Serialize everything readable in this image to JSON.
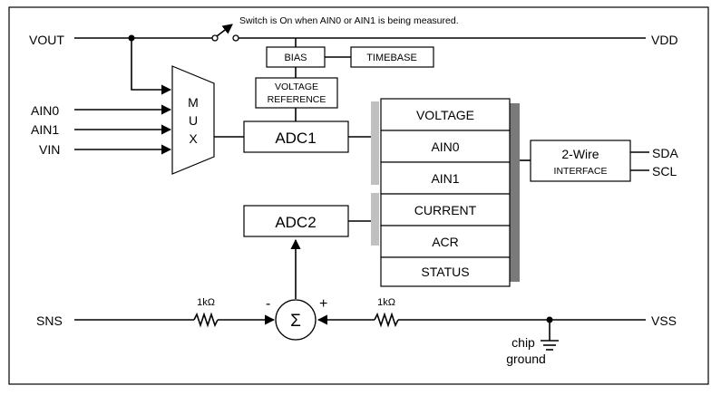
{
  "pins": {
    "vout": "VOUT",
    "vdd": "VDD",
    "ain0": "AIN0",
    "ain1": "AIN1",
    "vin": "VIN",
    "sns": "SNS",
    "vss": "VSS",
    "sda": "SDA",
    "scl": "SCL"
  },
  "switch_note": "Switch is On when AIN0 or AIN1 is being measured.",
  "blocks": {
    "bias": "BIAS",
    "timebase": "TIMEBASE",
    "vref_line1": "VOLTAGE",
    "vref_line2": "REFERENCE",
    "mux_m": "M",
    "mux_u": "U",
    "mux_x": "X",
    "adc1": "ADC1",
    "adc2": "ADC2",
    "iface_line1": "2-Wire",
    "iface_line2": "INTERFACE",
    "sum": "Σ"
  },
  "registers": [
    "VOLTAGE",
    "AIN0",
    "AIN1",
    "CURRENT",
    "ACR",
    "STATUS"
  ],
  "resistors": {
    "left": "1kΩ",
    "right": "1kΩ"
  },
  "signs": {
    "minus": "-",
    "plus": "+"
  },
  "ground": {
    "line1": "chip",
    "line2": "ground"
  }
}
